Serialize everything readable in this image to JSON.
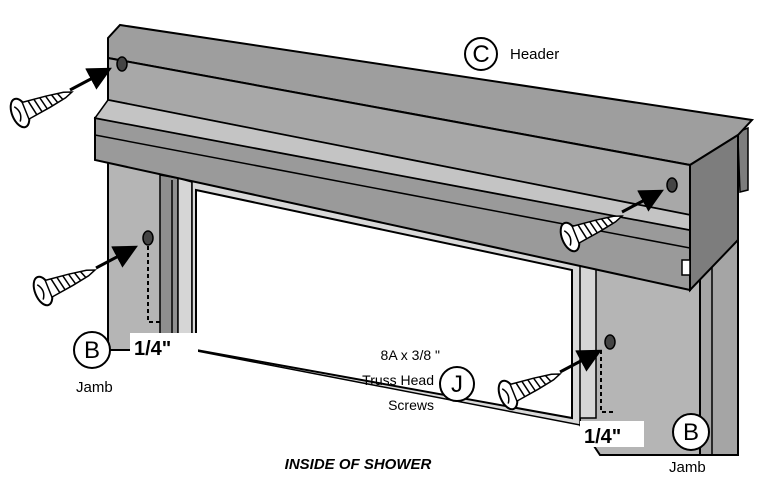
{
  "parts": {
    "header": {
      "letter": "C",
      "name": "Header"
    },
    "jamb_left": {
      "letter": "B",
      "name": "Jamb"
    },
    "jamb_right": {
      "letter": "B",
      "name": "Jamb"
    },
    "screws": {
      "letter": "J",
      "line1": "8A x 3/8 \"",
      "line2": "Truss Head",
      "line3": "Screws"
    }
  },
  "dimensions": {
    "left": "1/4\"",
    "right": "1/4\""
  },
  "caption": "INSIDE OF SHOWER",
  "colors": {
    "metal_light": "#b8b8b8",
    "metal_mid": "#9a9a9a",
    "metal_dark": "#7d7d7d",
    "line": "#000000"
  }
}
